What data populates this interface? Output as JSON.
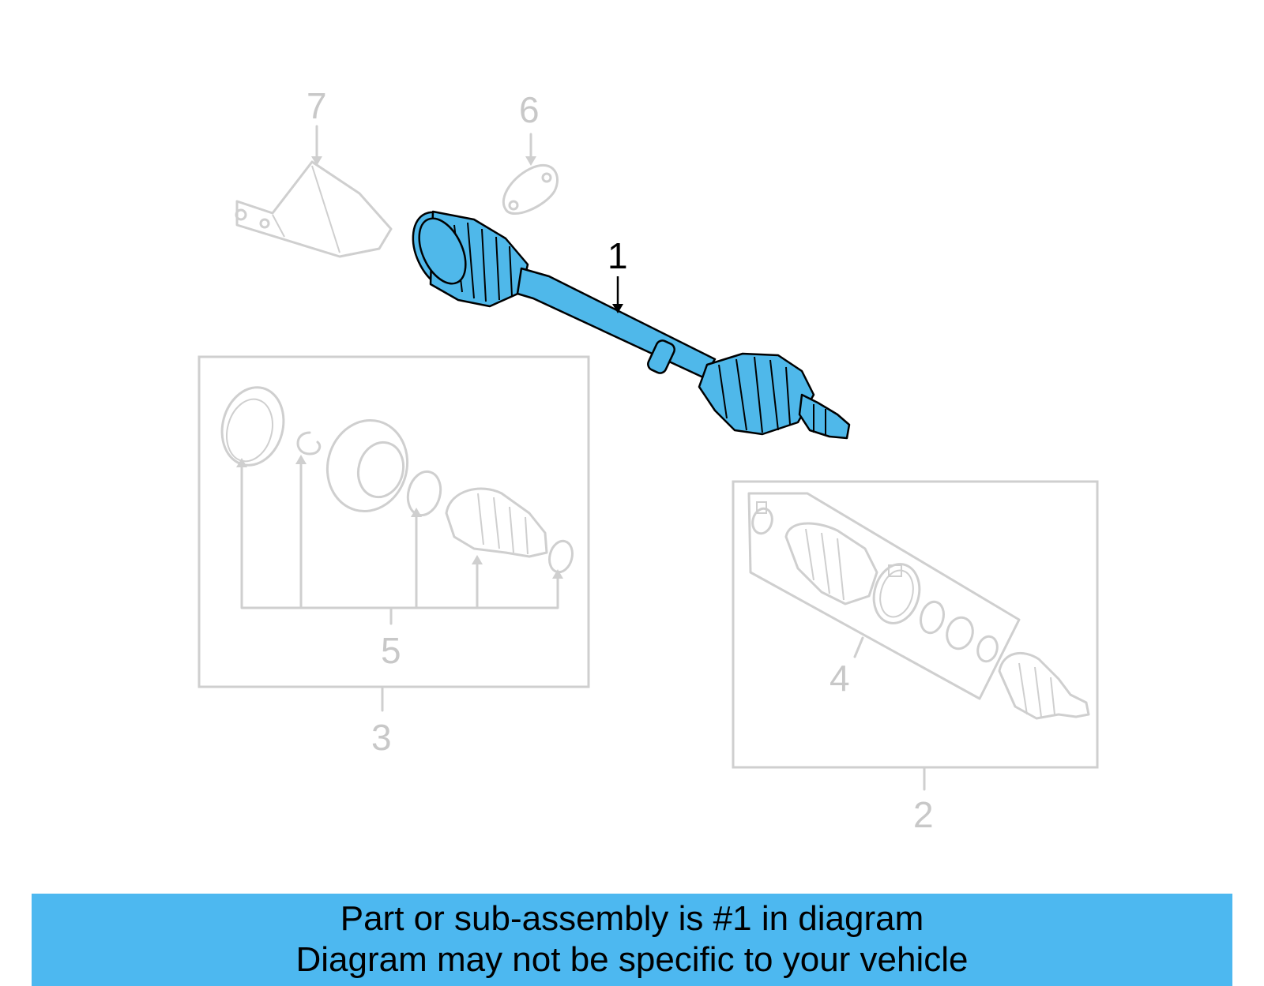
{
  "diagram": {
    "callouts": {
      "c1": "1",
      "c2": "2",
      "c3": "3",
      "c4": "4",
      "c5": "5",
      "c6": "6",
      "c7": "7"
    },
    "highlight_color": "#4fb8ea",
    "muted_color": "#cfcfcf"
  },
  "banner": {
    "line1": "Part or sub-assembly is #1 in diagram",
    "line2": "Diagram may not be specific to your vehicle",
    "background": "#4db8f0"
  }
}
